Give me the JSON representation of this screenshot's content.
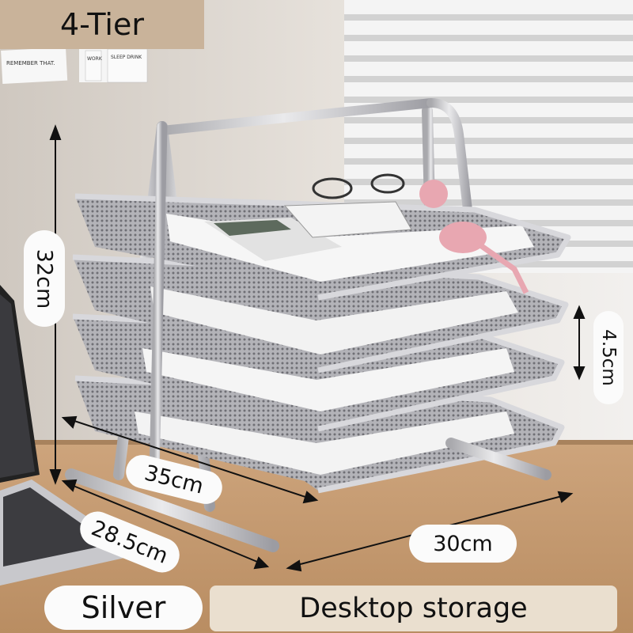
{
  "badges": {
    "tier": "4-Tier",
    "color": "Silver",
    "storage": "Desktop storage"
  },
  "dimensions": {
    "height": "32cm",
    "tier_gap": "4.5cm",
    "width": "35cm",
    "depth": "28.5cm",
    "length": "30cm"
  },
  "notes": {
    "note_1": "REMEMBER THAT.",
    "note_2": "WORK",
    "note_3": "SLEEP DRINK"
  },
  "colors": {
    "tier_badge": "#c9b39a",
    "storage_banner": "#eadfcf",
    "label_bg": "#fbfbfb",
    "wall": "#e7e1da",
    "desk": "#c49a72",
    "frame": "#c4c4c8"
  }
}
